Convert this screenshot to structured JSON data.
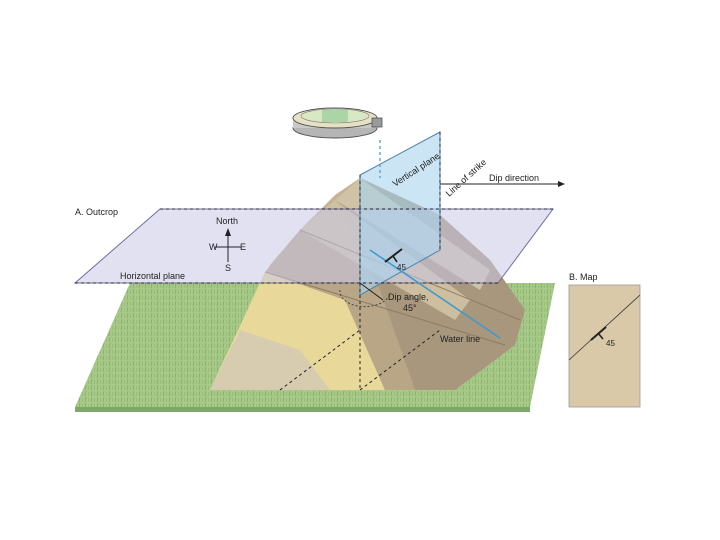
{
  "panel_a": {
    "title": "A. Outcrop",
    "compass": {
      "north": "North",
      "west": "W",
      "east": "E",
      "south": "S"
    },
    "labels": {
      "horizontal_plane": "Horizontal plane",
      "vertical_plane": "Vertical plane",
      "line_of_strike": "Line of strike",
      "dip_direction": "Dip direction",
      "dip_angle_line1": "Dip angle,",
      "dip_angle_line2": "45°",
      "water_line": "Water line",
      "strike_dip_value": "45"
    }
  },
  "panel_b": {
    "title": "B. Map",
    "strike_dip_value": "45"
  },
  "colors": {
    "grass": "#a9c98a",
    "rock_light": "#d8ccb0",
    "rock_mid": "#c4b396",
    "rock_dark": "#a8977c",
    "yellow_layer": "#e8d89a",
    "horizontal_plane": "#c9c8e8",
    "vertical_plane": "#a9d4ee",
    "water_line": "#3a9ad0",
    "map_fill": "#d9c9a9"
  }
}
